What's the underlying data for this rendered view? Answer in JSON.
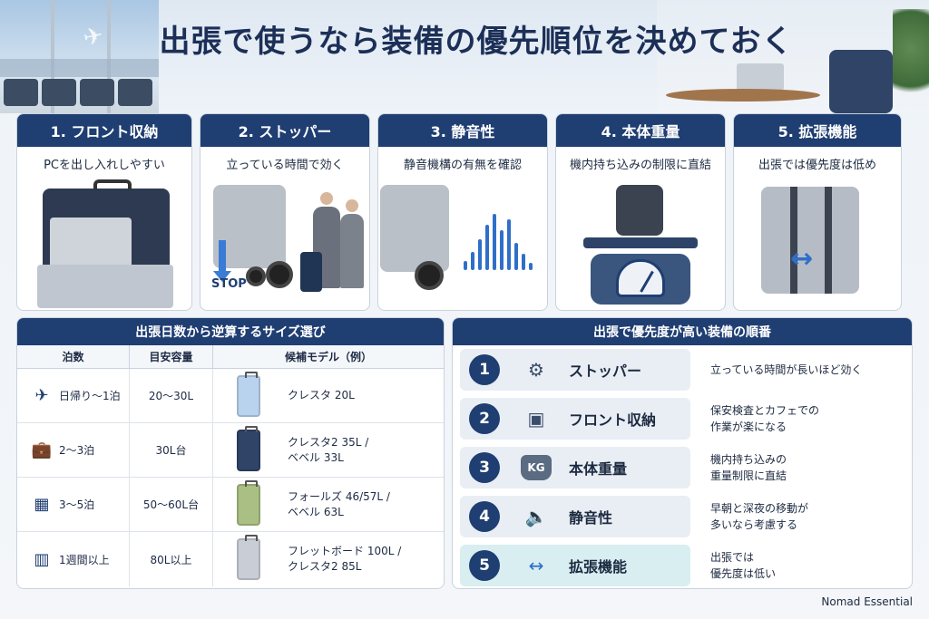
{
  "title": "出張で使うなら装備の優先順位を決めておく",
  "features": [
    {
      "label": "1. フロント収納",
      "desc": "PCを出し入れしやすい"
    },
    {
      "label": "2. ストッパー",
      "desc": "立っている時間で効く",
      "illustration_text": "STOP"
    },
    {
      "label": "3. 静音性",
      "desc": "静音機構の有無を確認"
    },
    {
      "label": "4. 本体重量",
      "desc": "機内持ち込みの制限に直結"
    },
    {
      "label": "5. 拡張機能",
      "desc": "出張では優先度は低め"
    }
  ],
  "size_table": {
    "title": "出張日数から逆算するサイズ選び",
    "headers": [
      "泊数",
      "目安容量",
      "候補モデル（例）"
    ],
    "rows": [
      {
        "nights": "日帰り〜1泊",
        "capacity": "20〜30L",
        "model_lines": [
          "クレスタ 20L",
          ""
        ],
        "icon": "airplane-icon",
        "case_color": "#b9d3ee"
      },
      {
        "nights": "2〜3泊",
        "capacity": "30L台",
        "model_lines": [
          "クレスタ2 35L /",
          "ベベル 33L"
        ],
        "icon": "briefcase-icon",
        "case_color": "#2f4467"
      },
      {
        "nights": "3〜5泊",
        "capacity": "50〜60L台",
        "model_lines": [
          "フォールズ 46/57L /",
          "ベベル 63L"
        ],
        "icon": "calendar-icon",
        "case_color": "#a9bf83"
      },
      {
        "nights": "1週間以上",
        "capacity": "80L以上",
        "model_lines": [
          "フレットボード 100L /",
          "クレスタ2 85L"
        ],
        "icon": "building-icon",
        "case_color": "#c9ced6"
      }
    ]
  },
  "ranking": {
    "title": "出張で優先度が高い装備の順番",
    "items": [
      {
        "num": "1",
        "name": "ストッパー",
        "desc_lines": [
          "立っている時間が長いほど効く",
          ""
        ],
        "icon": "wheel-stopper-icon"
      },
      {
        "num": "2",
        "name": "フロント収納",
        "desc_lines": [
          "保安検査とカフェでの",
          "作業が楽になる"
        ],
        "icon": "front-pocket-icon"
      },
      {
        "num": "3",
        "name": "本体重量",
        "desc_lines": [
          "機内持ち込みの",
          "重量制限に直結"
        ],
        "icon": "weight-icon",
        "icon_text": "KG"
      },
      {
        "num": "4",
        "name": "静音性",
        "desc_lines": [
          "早朝と深夜の移動が",
          "多いなら考慮する"
        ],
        "icon": "speaker-icon"
      },
      {
        "num": "5",
        "name": "拡張機能",
        "desc_lines": [
          "出張では",
          "優先度は低い"
        ],
        "icon": "expand-icon",
        "highlight": "#d8eef0"
      }
    ]
  },
  "brand": "Nomad Essential",
  "colors": {
    "navy": "#1f3e72",
    "accent_blue": "#2f6fc9"
  }
}
